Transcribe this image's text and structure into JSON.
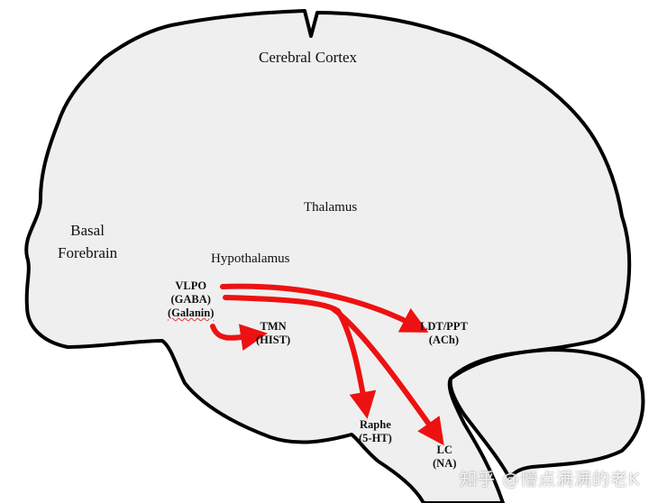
{
  "regions": {
    "cortex": "Cerebral Cortex",
    "thalamus": "Thalamus",
    "basal_forebrain": [
      "Basal",
      "Forebrain"
    ],
    "hypothalamus": "Hypothalamus"
  },
  "nuclei": {
    "vlpo": [
      "VLPO",
      "(GABA)",
      "(Galanin)"
    ],
    "tmn": [
      "TMN",
      "(HIST)"
    ],
    "ldt": [
      "LDT/PPT",
      "(ACh)"
    ],
    "raphe": [
      "Raphe",
      "(5-HT)"
    ],
    "lc": [
      "LC",
      "(NA)"
    ]
  },
  "colors": {
    "arrow": "#ee1111",
    "brain_fill": "#efefef",
    "outline": "#000000"
  },
  "watermark": "知乎 @懵点满满的老K"
}
